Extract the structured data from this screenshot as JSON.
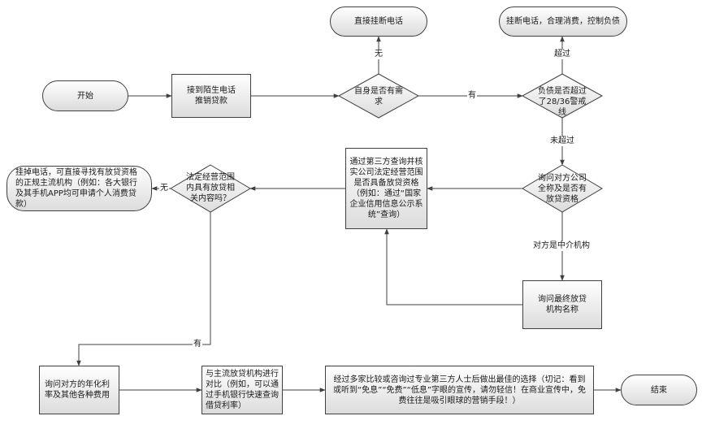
{
  "nodes": {
    "start": "开始",
    "receive_call": "接到陌生电话\n推销贷款",
    "need_decision": "自身是否有需求",
    "hang_up": "直接挂断电话",
    "debt_decision": "负债是否超过了28/36警戒线",
    "hang_up_control": "挂断电话，合理消费，控制负债",
    "ask_company": "询问对方公司全称及是否有放贷资格",
    "ask_final_lender": "询问最终放贷机构名称",
    "verify_company": "通过第三方查询并核实公司法定经营范围是否具备放贷资格（例如：通过“国家企业信用信息公示系统”查询）",
    "scope_decision": "法定经营范围内具有放贷相关内容吗？",
    "hang_up_find": "挂掉电话，可直接寻找有放贷资格的正规主流机构（例如：各大银行及其手机APP均可申请个人消费贷款）",
    "ask_rate": "询问对方的年化利率及其他各种费用",
    "compare": "与主流放贷机构进行对比（例如，可以通过手机银行快速查询借贷利率）",
    "choose_best": "经过多家比较或咨询过专业第三方人士后做出最佳的选择（切记：看到或听到“免息”“免费”“低息”字眼的宣传，请勿轻信！在商业宣传中，免费往往是吸引眼球的营销手段！）",
    "end": "结束"
  },
  "edge_labels": {
    "none": "无",
    "has": "有",
    "exceed": "超过",
    "not_exceed": "未超过",
    "intermediary": "对方是中介机构",
    "none_left": "无",
    "has_down": "有"
  }
}
